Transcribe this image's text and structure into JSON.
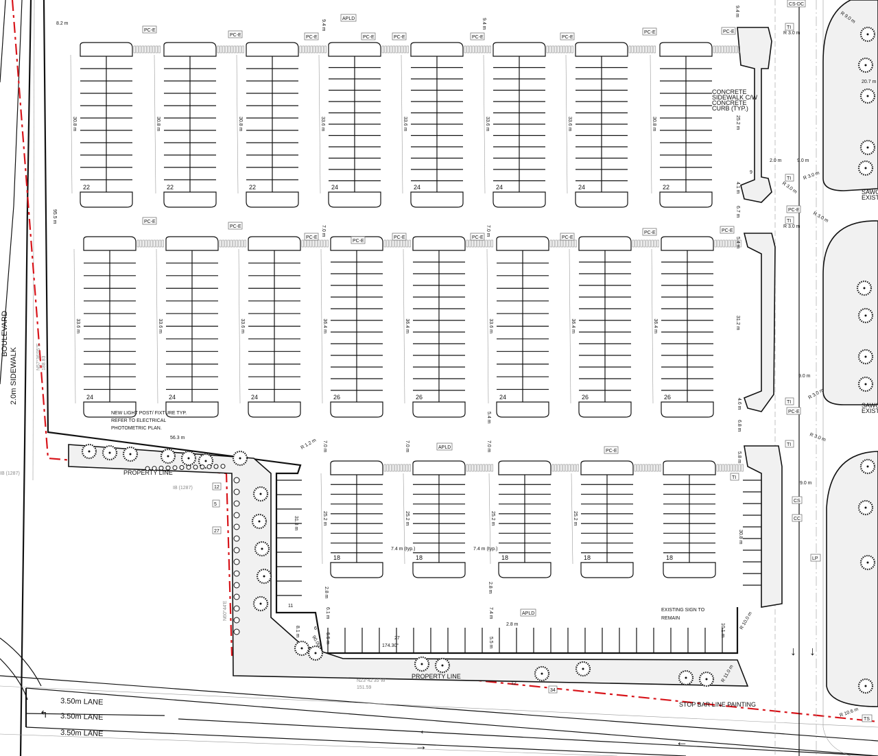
{
  "drawing": {
    "type": "site plan",
    "colors": {
      "property_line": "#d8141a",
      "linework": "#111111",
      "hatch": "#f1f1f1"
    },
    "parking_rows": [
      {
        "modules": [
          {
            "stalls": "22",
            "length": "30.8 m"
          },
          {
            "stalls": "22",
            "length": "30.8 m"
          },
          {
            "stalls": "22",
            "length": "30.8 m"
          },
          {
            "stalls": "24",
            "length": "33.6 m"
          },
          {
            "stalls": "24",
            "length": "33.6 m"
          },
          {
            "stalls": "24",
            "length": "33.6 m"
          },
          {
            "stalls": "24",
            "length": "33.6 m"
          },
          {
            "stalls": "22",
            "length": "30.8 m"
          }
        ]
      },
      {
        "modules": [
          {
            "stalls": "24",
            "length": "33.6 m"
          },
          {
            "stalls": "24",
            "length": "33.6 m"
          },
          {
            "stalls": "24",
            "length": "33.6 m"
          },
          {
            "stalls": "26",
            "length": "36.4 m"
          },
          {
            "stalls": "26",
            "length": "36.4 m"
          },
          {
            "stalls": "24",
            "length": "33.6 m"
          },
          {
            "stalls": "26",
            "length": "36.4 m"
          },
          {
            "stalls": "26",
            "length": "36.4 m"
          }
        ]
      },
      {
        "modules": [
          {
            "stalls": "18",
            "length": "25.2 m"
          },
          {
            "stalls": "18",
            "length": "25.2 m"
          },
          {
            "stalls": "18",
            "length": "25.2 m"
          },
          {
            "stalls": "18",
            "length": "25.2 m"
          },
          {
            "stalls": "18",
            "length": ""
          }
        ]
      }
    ]
  },
  "tags": {
    "pce": "PC-E",
    "apld": "APLD",
    "ti": "TI",
    "csdc": "CS-DC",
    "cs": "CS",
    "cc": "CC",
    "lp": "LP",
    "ts": "TS"
  },
  "dims": {
    "d82": "8.2 m",
    "d94": "9.4 m",
    "d955": "95.5 m",
    "d563": "56.3 m",
    "d90": "9.0 m",
    "d207": "20.7 m",
    "d252": "25.2 m",
    "d312": "31.2 m",
    "d308": "30.8 m",
    "d313": "31.3 m",
    "d70": "7.0 m",
    "d67": "6.7 m",
    "d54": "5.4 m",
    "d41": "4.1 m",
    "d46": "4.6 m",
    "d68": "6.8 m",
    "d58": "5.8 m",
    "d28": "2.8 m",
    "d61": "6.1 m",
    "d81": "8.1 m",
    "d55": "5.5 m",
    "d74": "7.4 m",
    "d101": "10.1 m",
    "d20": "2.0 m",
    "typ": "7.4 m (typ.)",
    "r30": "R 3.0 m",
    "r90": "R 9.0 m",
    "r12": "R 1.2 m",
    "r100": "R 10.0 m",
    "r110": "R 11.0 m",
    "r106": "R 10.6 m",
    "a174": "174.30°",
    "a90": "90.00°"
  },
  "notes": {
    "light1": "NEW LIGHT POST/ FIXTURE TYP.",
    "light2": "REFER TO ELECTRICAL",
    "light3": "PHOTOMETRIC PLAN.",
    "walk1": "CONCRETE",
    "walk2": "SIDEWALK C/W",
    "walk3": "CONCRETE",
    "walk4": "CURB (TYP.)",
    "sign1": "EXISTING SIGN TO",
    "sign2": "REMAIN",
    "stopbar": "STOP BAR LINE PAINTING",
    "sawcut1": "SAWCUT",
    "sawcut2": "EXISTING",
    "property": "PROPERTY LINE"
  },
  "survey": {
    "ib": "IB (1287)",
    "b1": "N57°36'05\"E",
    "b1d": "188.83",
    "b2": "N23°42'35\"W",
    "b2d": "151.59",
    "b3": "N60°44'E"
  },
  "road": {
    "lane": "3.50m LANE",
    "boulevard": "BOULEVARD",
    "sidewalk": "2.0m SIDEWALK"
  },
  "callouts": {
    "c12": "12",
    "c5": "5",
    "c27": "27",
    "c34": "34",
    "c11": "11",
    "c6": "6",
    "c9": "9",
    "c12b": "12",
    "c27b": "27"
  }
}
